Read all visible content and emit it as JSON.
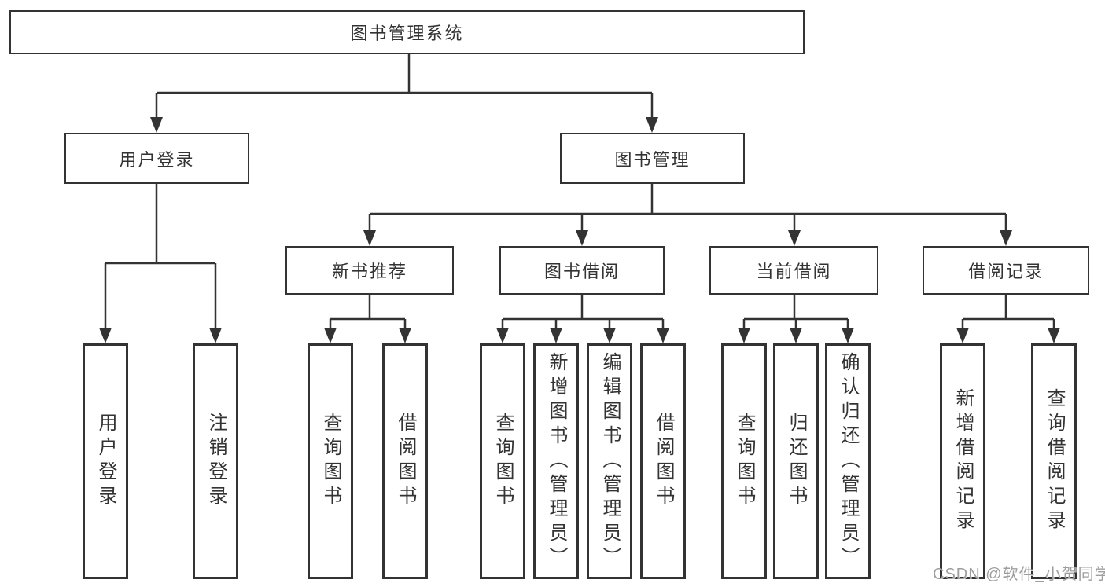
{
  "diagram": {
    "root": {
      "label": "图书管理系统"
    },
    "user_login": {
      "label": "用户登录",
      "children": [
        "用户登录",
        "注销登录"
      ]
    },
    "book_management": {
      "label": "图书管理"
    },
    "new_book": {
      "label": "新书推荐",
      "children": [
        "查询图书",
        "借阅图书"
      ]
    },
    "book_borrow": {
      "label": "图书借阅",
      "children": [
        "查询图书",
        "新增图书（管理员）",
        "编辑图书（管理员）",
        "借阅图书"
      ]
    },
    "current_borrow": {
      "label": "当前借阅",
      "children": [
        "查询图书",
        "归还图书",
        "确认归还（管理员）"
      ]
    },
    "borrow_records": {
      "label": "借阅记录",
      "children": [
        "新增借阅记录",
        "查询借阅记录"
      ]
    }
  },
  "watermark": "CSDN @软件_小贺同学",
  "colors": {
    "line": "#333333",
    "text": "#333333",
    "box_bg": "#ffffff",
    "watermark": "#9e9e9e"
  }
}
